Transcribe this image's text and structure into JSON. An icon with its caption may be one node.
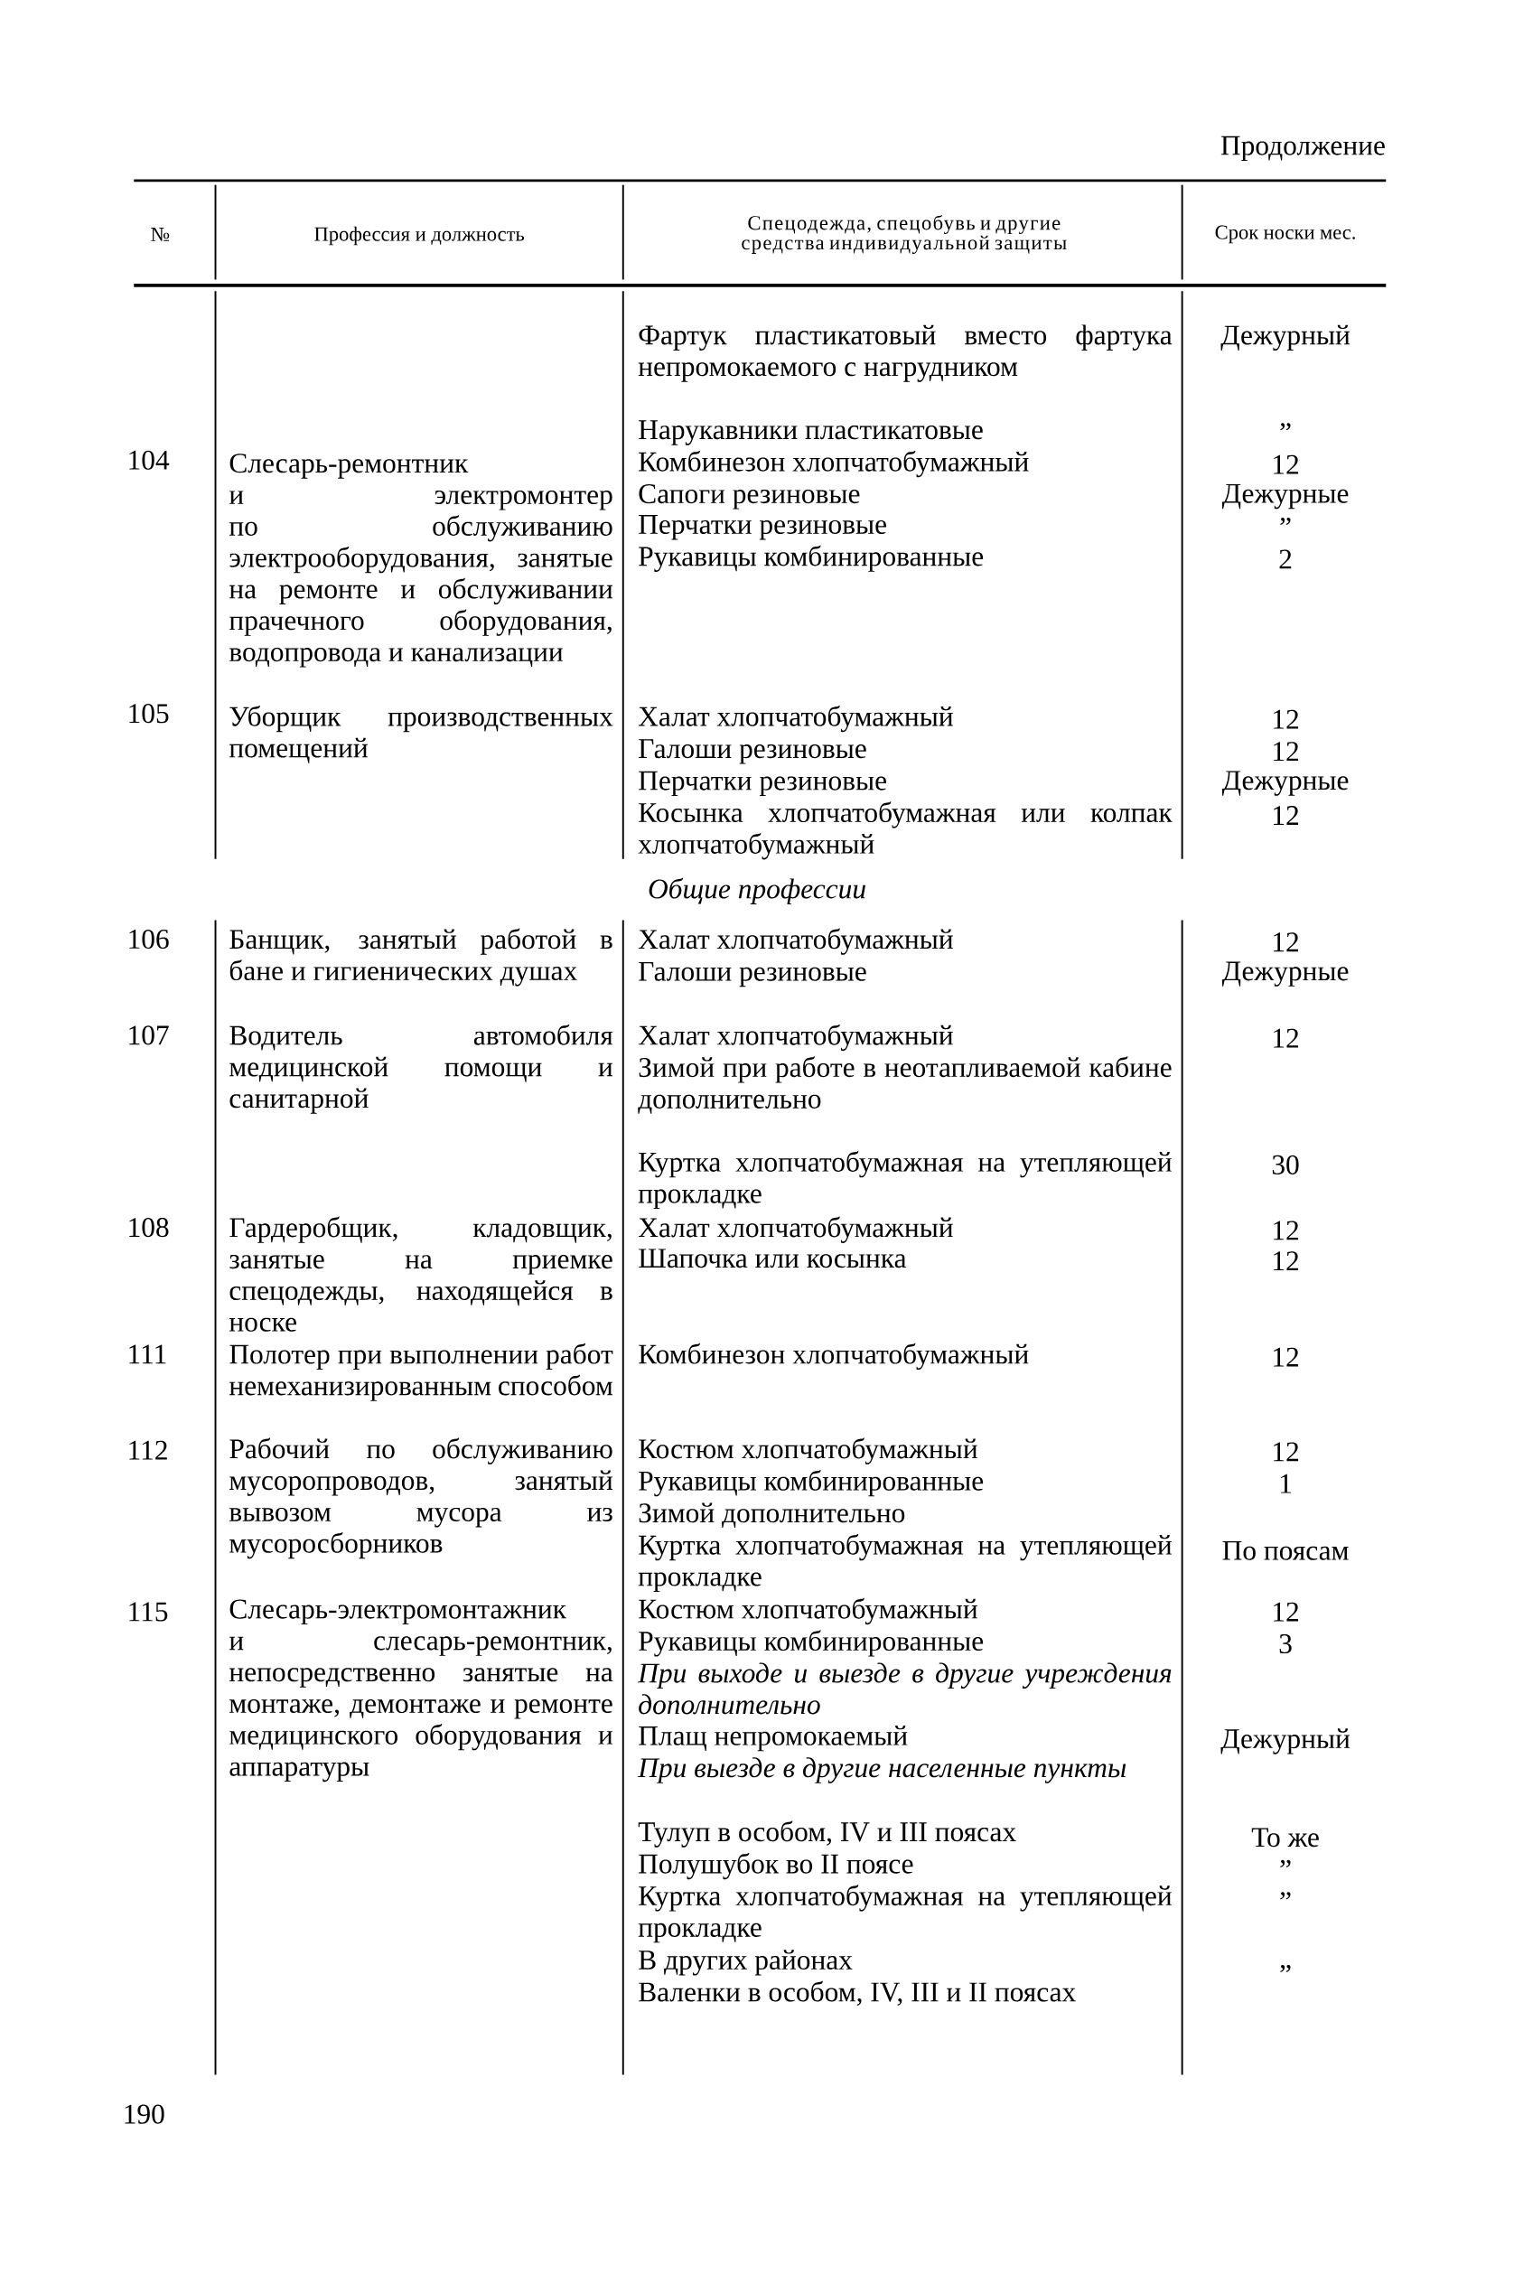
{
  "diagram": {
    "labels": [
      "Продолжение",
      "№",
      "Профессия и должность",
      "Спецодежда, спецобувь и другие средства индивидуальной защиты",
      "Срок носки мес.",
      "104",
      "Слесарь-ремонтник и электромонтер по обслуживанию электрооборудования, занятые на ремонте и обслуживании прачечного оборудования, водопровода и канализации",
      "Фартук пластикатовый вместо фартука непромокаемого с нагрудником",
      "Дежурный",
      "Нарукавники пластикатовые",
      "”",
      "Комбинезон хлопчатобумажный",
      "12",
      "Сапоги резиновые",
      "Дежурные",
      "Перчатки резиновые",
      "”",
      "Рукавицы комбинированные",
      "2",
      "105",
      "Уборщик производственных помещений",
      "Халат хлопчатобумажный",
      "12",
      "Галоши резиновые",
      "12",
      "Перчатки резиновые",
      "Дежурные",
      "Косынка хлопчатобумажная или колпак хлопчатобумажный",
      "12",
      "Общие профессии",
      "106",
      "Банщик, занятый работой в бане и гигиенических душах",
      "Халат хлопчатобумажный",
      "12",
      "Галоши резиновые",
      "Дежурные",
      "107",
      "Водитель автомобиля медицинской помощи и санитарной",
      "Халат хлопчатобумажный",
      "12",
      "Зимой при работе в неотапливаемой кабине дополнительно",
      "Куртка хлопчатобумажная на утепляющей прокладке",
      "30",
      "108",
      "Гардеробщик, кладовщик, занятые на приемке спецодежды, находящейся в носке",
      "Халат хлопчатобумажный",
      "12",
      "Шапочка или косынка",
      "12",
      "111",
      "Полотер при выполнении работ немеханизированным способом",
      "Комбинезон хлопчатобумажный",
      "12",
      "112",
      "Рабочий по обслуживанию мусоропроводов, занятый вывозом мусора из мусоросборников",
      "Костюм хлопчатобумажный",
      "12",
      "Рукавицы комбинированные",
      "1",
      "Зимой дополнительно",
      "Куртка хлопчатобумажная на утепляющей прокладке",
      "По поясам",
      "115",
      "Слесарь-электромонтажник и слесарь-ремонтник, непосредственно занятые на монтаже, демонтаже и ремонте медицинского оборудования и аппаратуры",
      "Костюм хлопчатобумажный",
      "12",
      "Рукавицы комбинированные",
      "3",
      "При выходе и выезде в другие учреждения дополнительно",
      "Плащ непромокаемый",
      "Дежурный",
      "При выезде в другие населенные пункты",
      "Тулуп в особом, IV и III поясах",
      "То же",
      "Полушубок во II поясе",
      "”",
      "Куртка хлопчатобумажная на утепляющей прокладке",
      "”",
      "В других районах",
      "Валенки в особом, IV, III и II поясах",
      "”",
      "190"
    ]
  }
}
